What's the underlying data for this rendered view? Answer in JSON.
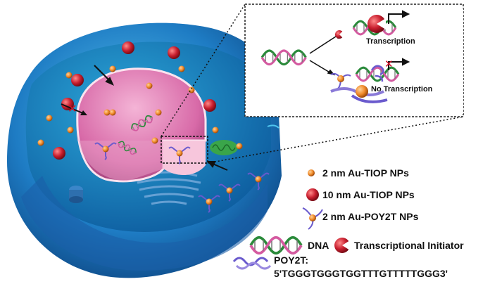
{
  "inset": {
    "transcription_label": "Transcription",
    "no_transcription_label": "No Transcription"
  },
  "legend": {
    "items": [
      {
        "icon": "small-orange-nanoparticle-icon",
        "label": "2 nm Au-TIOP NPs"
      },
      {
        "icon": "large-red-nanoparticle-icon",
        "label": "10 nm Au-TIOP NPs"
      },
      {
        "icon": "nanoparticle-with-quadruplex-strands-icon",
        "label": "2 nm Au-POY2T NPs"
      }
    ],
    "dna_label": "DNA",
    "initiator_label": "Transcriptional Initiator",
    "poy2t_label": "POY2T:",
    "poy2t_sequence": "5'TGGGTGGGTGGTTTGTTTTTGGG3'"
  },
  "colors": {
    "cell_blue": "#1f6fb8",
    "cytoplasm_cyan": "#3fb6e0",
    "nucleus_pink": "#e27fb8",
    "np_orange": "#f08a2a",
    "np_red": "#c81e2e",
    "dna_green": "#2a8a3a",
    "dna_pink": "#d45aa0"
  }
}
